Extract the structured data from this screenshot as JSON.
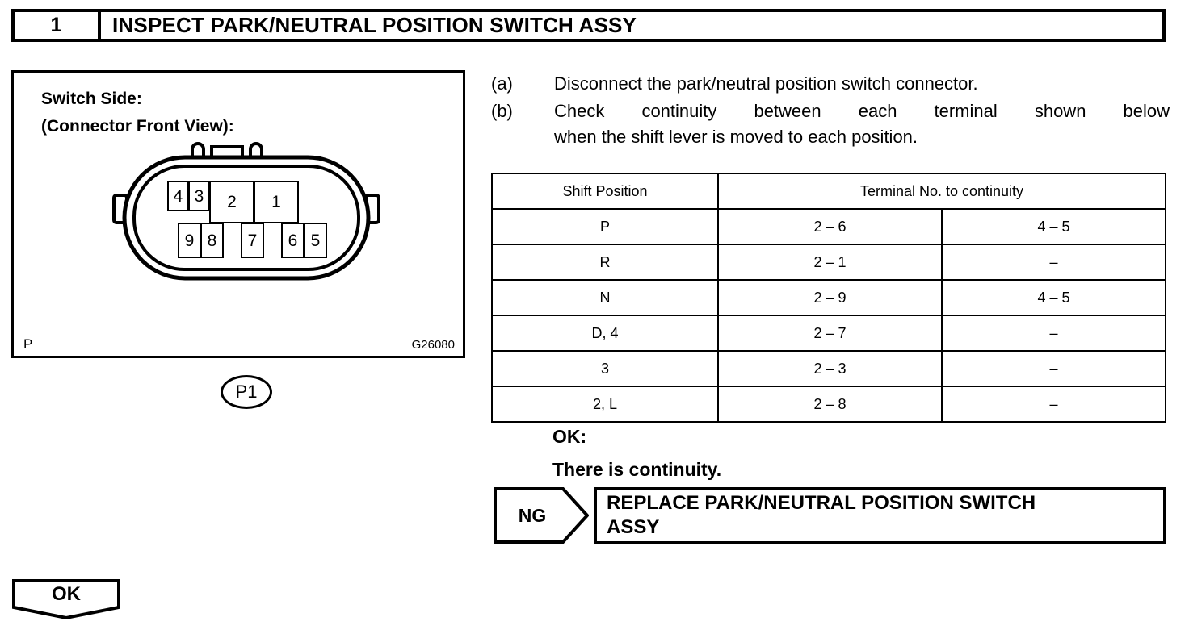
{
  "step": {
    "number": "1",
    "title": "INSPECT PARK/NEUTRAL POSITION SWITCH ASSY"
  },
  "illustration": {
    "title_line1": "Switch Side:",
    "title_line2": "(Connector Front View):",
    "connector_label": "P1",
    "corner_mark": "P",
    "figure_code": "G26080",
    "pins_top": [
      "4",
      "3",
      "2",
      "1"
    ],
    "pins_bottom": [
      "9",
      "8",
      "7",
      "6",
      "5"
    ]
  },
  "procedure": [
    {
      "label": "(a)",
      "lines": [
        "Disconnect the park/neutral position switch connector."
      ]
    },
    {
      "label": "(b)",
      "lines": [
        "Check continuity between each terminal shown below",
        "when the shift lever is moved to each position."
      ]
    }
  ],
  "table": {
    "headers": [
      "Shift Position",
      "Terminal No. to continuity"
    ],
    "rows": [
      {
        "position": "P",
        "terminal1": "2 – 6",
        "terminal2": "4 – 5"
      },
      {
        "position": "R",
        "terminal1": "2 – 1",
        "terminal2": "–"
      },
      {
        "position": "N",
        "terminal1": "2 – 9",
        "terminal2": "4 – 5"
      },
      {
        "position": "D, 4",
        "terminal1": "2 – 7",
        "terminal2": "–"
      },
      {
        "position": "3",
        "terminal1": "2 – 3",
        "terminal2": "–"
      },
      {
        "position": "2, L",
        "terminal1": "2 – 8",
        "terminal2": "–"
      }
    ]
  },
  "result": {
    "ok_heading": "OK:",
    "ok_text": "There is continuity."
  },
  "ng_branch": {
    "label": "NG",
    "action_line1": "REPLACE PARK/NEUTRAL POSITION SWITCH",
    "action_line2": "ASSY"
  },
  "ok_branch": {
    "label": "OK"
  },
  "colors": {
    "ink": "#000000",
    "paper": "#ffffff"
  }
}
